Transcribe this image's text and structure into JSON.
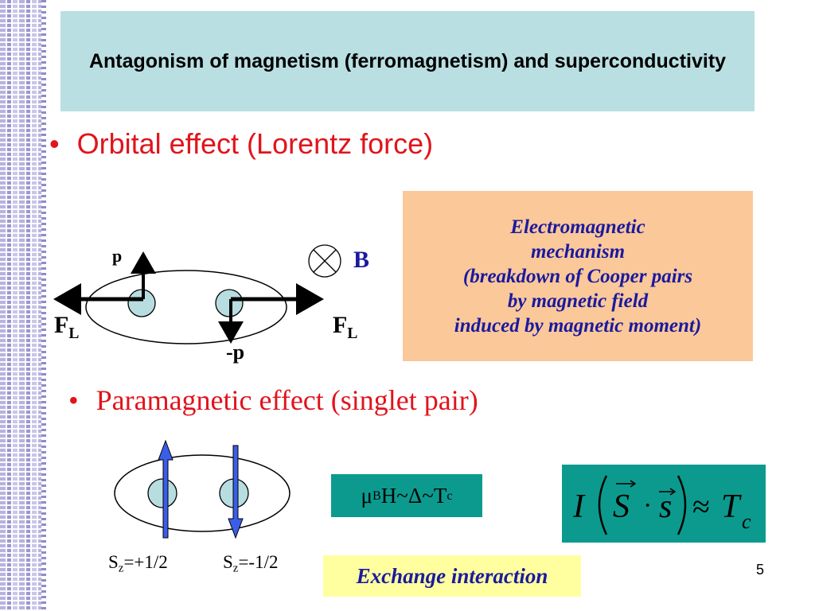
{
  "slide": {
    "title": "Antagonism of magnetism (ferromagnetism) and superconductivity",
    "bullet_symbol": "•",
    "bullet1": "Orbital effect (Lorentz force)",
    "bullet2": "Paramagnetic effect (singlet pair)",
    "page_number": "5"
  },
  "em_mechanism": {
    "lines": [
      "Electromagnetic",
      "mechanism",
      "(breakdown of Cooper pairs",
      "by magnetic field",
      "induced by magnetic moment)"
    ]
  },
  "orbital_diagram": {
    "p_label": "p",
    "minus_p_label": "-p",
    "field_label": "B",
    "force_label_main": "F",
    "force_label_sub": "L"
  },
  "paramagnetic_diagram": {
    "spin_up_prefix": "S",
    "spin_up_sub": "z",
    "spin_up_value": "=+1/2",
    "spin_down_prefix": "S",
    "spin_down_sub": "z",
    "spin_down_value": "=-1/2"
  },
  "relation": {
    "mu": "μ",
    "mu_sub": "B",
    "rest": "H~Δ~T",
    "t_sub": "c"
  },
  "formula": {
    "I": "I",
    "S": "S",
    "dot": "·",
    "s": "s",
    "approx": "≈",
    "T": "T",
    "c": "c"
  },
  "exchange_label": "Exchange interaction",
  "colors": {
    "title_bg": "#b9dfe2",
    "bullet_red": "#e0141c",
    "em_box_bg": "#fbc89a",
    "em_text": "#1a1a9e",
    "teal_box": "#0c9a8e",
    "exchange_bg": "#ffffa0",
    "pair_fill": "#b7dde0",
    "spin_arrow": "#3a5ee8"
  }
}
